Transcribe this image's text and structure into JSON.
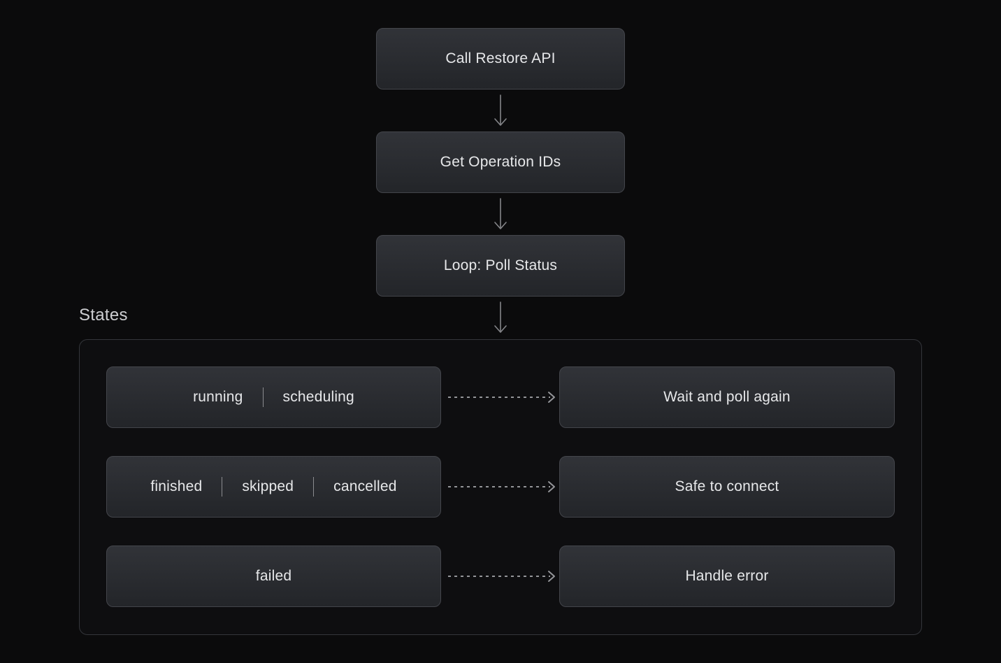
{
  "flow": {
    "steps": [
      {
        "label": "Call Restore API"
      },
      {
        "label": "Get Operation IDs"
      },
      {
        "label": "Loop: Poll Status"
      }
    ]
  },
  "states_section": {
    "title": "States",
    "rows": [
      {
        "states": [
          "running",
          "scheduling"
        ],
        "action": "Wait and poll again"
      },
      {
        "states": [
          "finished",
          "skipped",
          "cancelled"
        ],
        "action": "Safe to connect"
      },
      {
        "states": [
          "failed"
        ],
        "action": "Handle error"
      }
    ]
  },
  "icons": {
    "down_arrow": "down-arrow-icon",
    "dashed_right_arrow": "dashed-right-arrow-icon"
  },
  "colors": {
    "bg": "#0b0b0c",
    "box_bg_top": "#313338",
    "box_bg_bottom": "#232529",
    "box_border": "#43454b",
    "container_bg": "#0e0e10",
    "container_border": "#34363b",
    "text": "#e7e8ea",
    "heading_text": "#cdced1",
    "arrow_solid": "#85868a",
    "arrow_dashed": "#949599",
    "separator": "#8b8c90"
  }
}
